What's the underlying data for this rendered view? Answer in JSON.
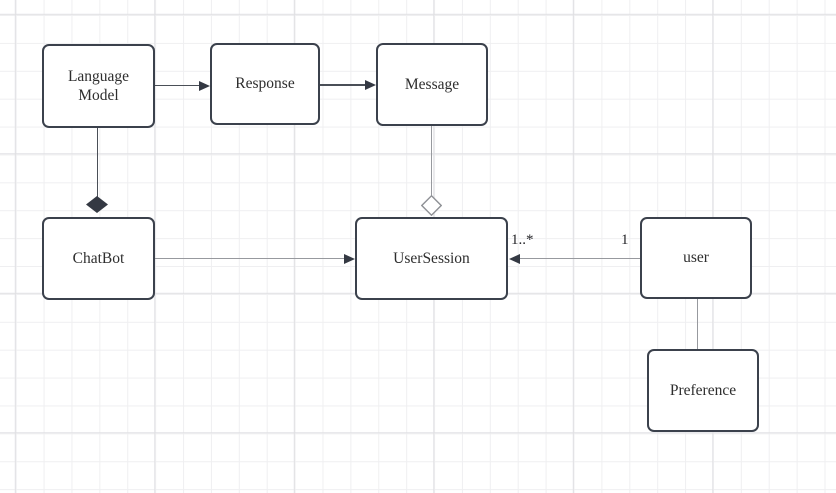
{
  "diagram": {
    "type": "uml-class-diagram",
    "nodes": [
      {
        "id": "language-model",
        "label": "Language Model"
      },
      {
        "id": "response",
        "label": "Response"
      },
      {
        "id": "message",
        "label": "Message"
      },
      {
        "id": "chatbot",
        "label": "ChatBot"
      },
      {
        "id": "user-session",
        "label": "UserSession"
      },
      {
        "id": "user",
        "label": "user"
      },
      {
        "id": "preference",
        "label": "Preference"
      }
    ],
    "edges": [
      {
        "from": "Language Model",
        "to": "Response",
        "type": "directed-arrow"
      },
      {
        "from": "Response",
        "to": "Message",
        "type": "directed-arrow"
      },
      {
        "from": "Language Model",
        "to": "ChatBot",
        "type": "composition-filled-diamond"
      },
      {
        "from": "Message",
        "to": "UserSession",
        "type": "aggregation-hollow-diamond"
      },
      {
        "from": "ChatBot",
        "to": "UserSession",
        "type": "directed-arrow"
      },
      {
        "from": "user",
        "to": "UserSession",
        "type": "directed-arrow",
        "source_label": "1",
        "target_label": "1..*"
      },
      {
        "from": "user",
        "to": "Preference",
        "type": "association-line"
      }
    ],
    "colors": {
      "node_border": "#3b414c",
      "node_fill": "#ffffff",
      "edge_dark": "#4a4f57",
      "edge_light": "#97999e",
      "arrowhead": "#343943",
      "grid_minor": "#efeff1",
      "grid_major": "#e0e0e3",
      "text": "#2e2e2e"
    }
  }
}
